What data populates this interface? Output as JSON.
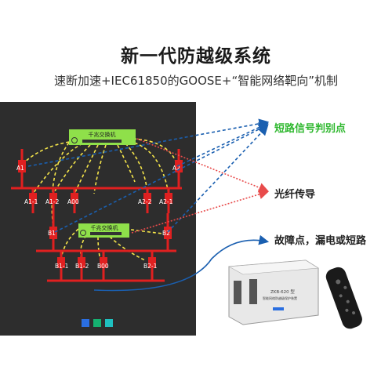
{
  "header": {
    "title": "新一代防越级系统",
    "subtitle": "速断加速+IEC61850的GOOSE+“智能网络靶向”机制"
  },
  "diagram": {
    "switch_label": "千兆交换机",
    "breakers": {
      "A1": "A1",
      "A2": "A2",
      "A1_1": "A1-1",
      "A1_2": "A1-2",
      "A00": "A00",
      "A2_2": "A2-2",
      "A2_1": "A2-1",
      "B1": "B1",
      "B2": "B2",
      "B1_1": "B1-1",
      "B1_2": "B1-2",
      "B00": "B00",
      "B2_1": "B2-1"
    }
  },
  "callouts": {
    "fault_signal": "短路信号判别点",
    "fiber": "光纤传导",
    "fault_types": "故障点，漏电或短路"
  },
  "device": {
    "model": "ZKB-620 型",
    "name": "智能网络防越级保护装置"
  },
  "colors": {
    "panel": "#2d2d2d",
    "bus": "#e02020",
    "switch": "#8fe04a",
    "goose_link": "#f5e54a",
    "signal_arrow": "#1a5fb0",
    "fiber_arrow": "#e84b4b",
    "highlight": "#2fb82f",
    "squares": [
      "#2a6ee0",
      "#15b070",
      "#1fc0c0"
    ]
  }
}
